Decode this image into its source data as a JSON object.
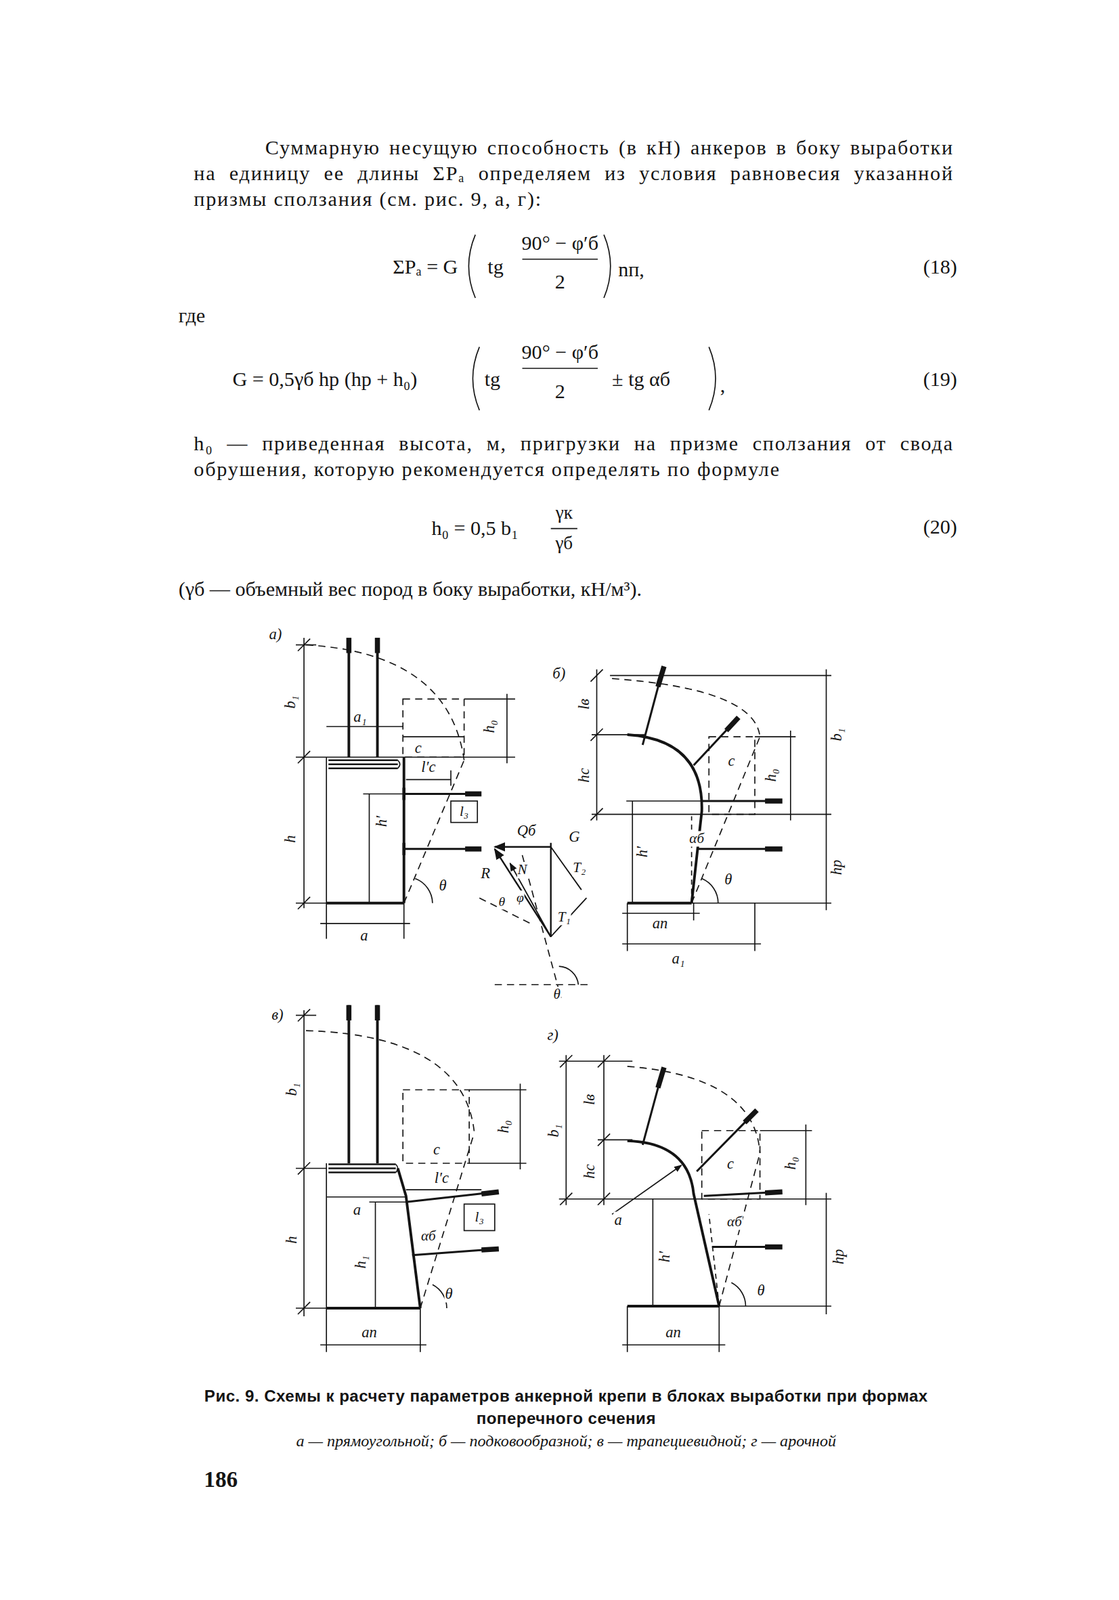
{
  "diagram": {
    "caption": "Рис. 9. Схемы к расчету параметров анкерной крепи в блоках выработки при формах поперечного сечения",
    "labels": [
      "Суммарную несущую способность (в кН) анкеров в боку выработки на единицу ее длины ΣPₐ определяем из условия равновесия указанной призмы сползания (см. рис. 9, а, г):",
      "ΣPₐ = G",
      "tg",
      "90° − φ′б",
      "2",
      "nп,",
      "(18)",
      "где",
      "G = 0,5γб hр (hр + h₀)",
      "tg",
      "90° − φ′б",
      "2",
      "± tg αб",
      ",",
      "(19)",
      "h₀ — приведенная высота, м, пригрузки на призме сползания от свода обрушения, которую рекомендуется определять по формуле",
      "h₀ = 0,5 b₁",
      "γк",
      "γб",
      "(20)",
      "(γб — объемный вес пород в боку выработки, кН/м³).",
      "а)",
      "б)",
      "в)",
      "г)",
      "b₁",
      "a₁",
      "h₀",
      "c",
      "l′c",
      "l₃",
      "h",
      "h′",
      "θ",
      "a",
      "Qб",
      "G",
      "R",
      "N",
      "T₂",
      "θ",
      "φ",
      "T₁",
      "θ",
      "lв",
      "hc",
      "b₁",
      "c",
      "h₀",
      "αб",
      "h′",
      "hр",
      "θ",
      "aп",
      "a₁",
      "b₁",
      "c",
      "h₀",
      "l′c",
      "a",
      "αб",
      "l₃",
      "h",
      "h₁",
      "θ",
      "aп",
      "b₁",
      "lв",
      "hc",
      "h₀",
      "c",
      "a",
      "αб",
      "h′",
      "hр",
      "θ",
      "aп",
      "а — прямоугольной; б — подковообразной; в — трапециевидной; г — арочной",
      "186"
    ]
  }
}
